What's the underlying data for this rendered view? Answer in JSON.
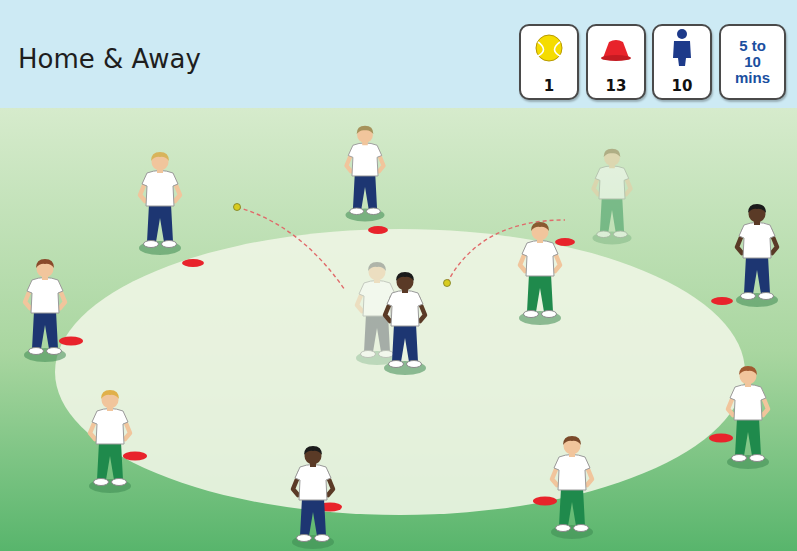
{
  "diagram": {
    "title": "Home & Away",
    "nodes": [
      {
        "text": [
          "1"
        ]
      },
      {
        "text": [
          "13"
        ]
      },
      {
        "text": [
          "10"
        ]
      },
      {
        "text": [
          "5 to 10 mins"
        ]
      }
    ]
  }
}
